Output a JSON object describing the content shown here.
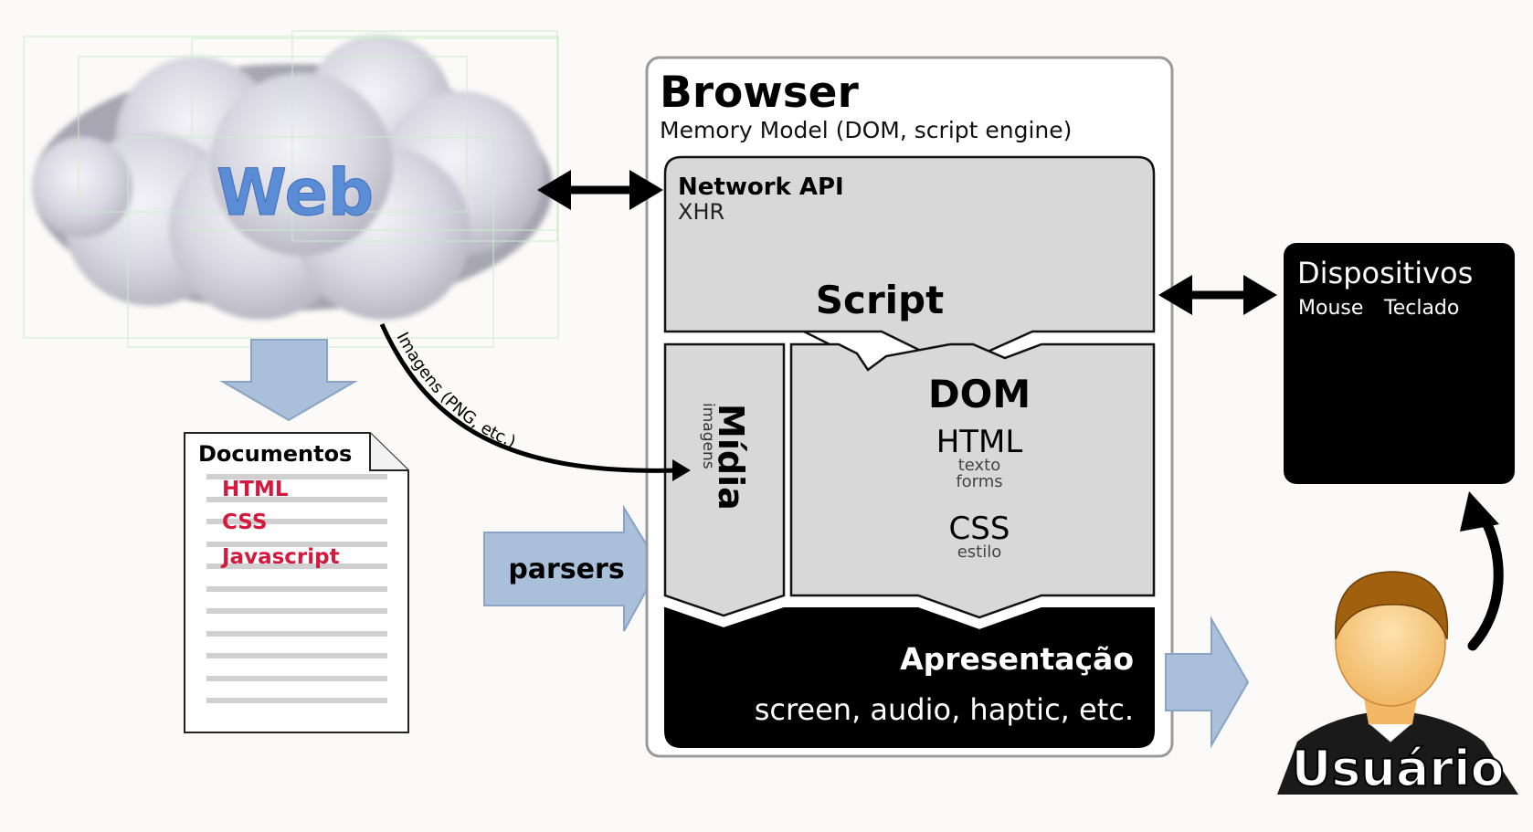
{
  "web": {
    "label": "Web"
  },
  "documents": {
    "title": "Documentos",
    "items": [
      "HTML",
      "CSS",
      "Javascript"
    ]
  },
  "images_arrow": {
    "label": "Imagens (PNG, etc.)"
  },
  "parsers": {
    "label": "parsers"
  },
  "browser": {
    "title": "Browser",
    "subtitle": "Memory Model (DOM, script engine)",
    "network": {
      "title": "Network API",
      "sub": "XHR"
    },
    "script": {
      "label": "Script"
    },
    "media": {
      "title": "Mídia",
      "sub": "imagens"
    },
    "dom": {
      "title": "DOM",
      "html": "HTML",
      "html_sub1": "texto",
      "html_sub2": "forms",
      "css": "CSS",
      "css_sub": "estilo"
    },
    "presentation": {
      "title": "Apresentação",
      "sub": "screen, audio, haptic, etc."
    }
  },
  "devices": {
    "title": "Dispositivos",
    "items": [
      "Mouse",
      "Teclado"
    ]
  },
  "user": {
    "label": "Usuário"
  },
  "colors": {
    "background": "#fbfaf8",
    "arrow_fill": "#a9bfda",
    "web_text": "#5b8dd6",
    "doc_item": "#d4193d",
    "panel_gray": "#d8d8d8",
    "black": "#000000"
  }
}
